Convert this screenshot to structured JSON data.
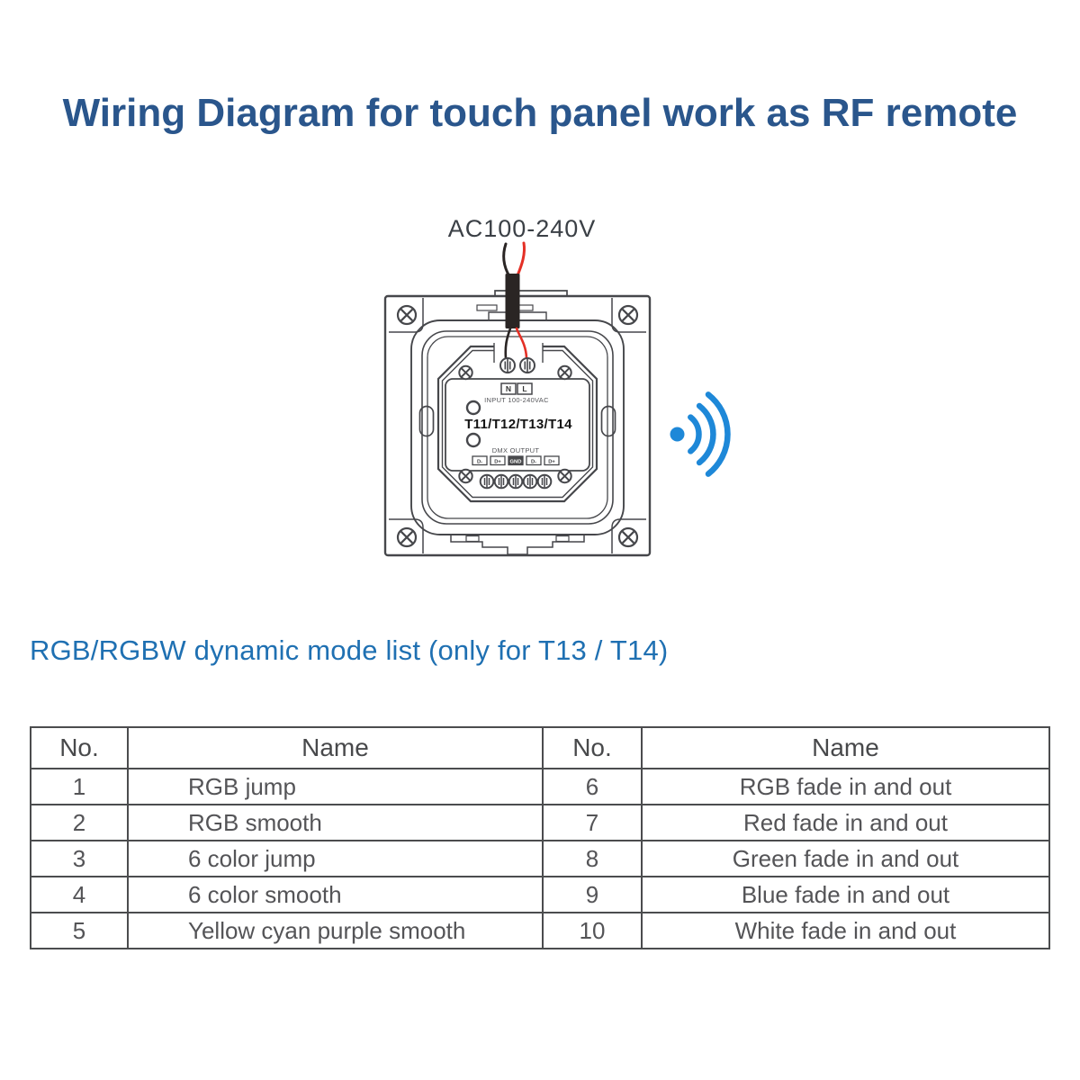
{
  "page": {
    "title": "Wiring Diagram for touch panel work as RF remote"
  },
  "diagram": {
    "ac_label": "AC100-240V",
    "panel": {
      "model_label": "T11/T12/T13/T14",
      "input_label": "INPUT 100-240VAC",
      "terminal_n": "N",
      "terminal_l": "L",
      "dmx_label": "DMX OUTPUT",
      "dmx_terminals": [
        "D-",
        "D+",
        "GND",
        "D-",
        "D+"
      ]
    },
    "rf_icon": "rf-signal-waves",
    "colors": {
      "rf_blue": "#1e88d8",
      "wire_red": "#e43026",
      "wire_black": "#2a2524",
      "line_gray": "#46474b",
      "title_blue": "#2a568c",
      "heading_blue": "#1f70b2"
    }
  },
  "section": {
    "heading": "RGB/RGBW dynamic mode list (only for T13 / T14)"
  },
  "mode_table": {
    "headers": [
      "No.",
      "Name",
      "No.",
      "Name"
    ],
    "rows": [
      {
        "no1": "1",
        "name1": "RGB jump",
        "no2": "6",
        "name2": "RGB fade in and out"
      },
      {
        "no1": "2",
        "name1": "RGB smooth",
        "no2": "7",
        "name2": "Red fade in and out"
      },
      {
        "no1": "3",
        "name1": "6 color jump",
        "no2": "8",
        "name2": "Green fade in and out"
      },
      {
        "no1": "4",
        "name1": "6 color smooth",
        "no2": "9",
        "name2": "Blue fade in and out"
      },
      {
        "no1": "5",
        "name1": "Yellow cyan purple smooth",
        "no2": "10",
        "name2": "White fade in and out"
      }
    ]
  }
}
